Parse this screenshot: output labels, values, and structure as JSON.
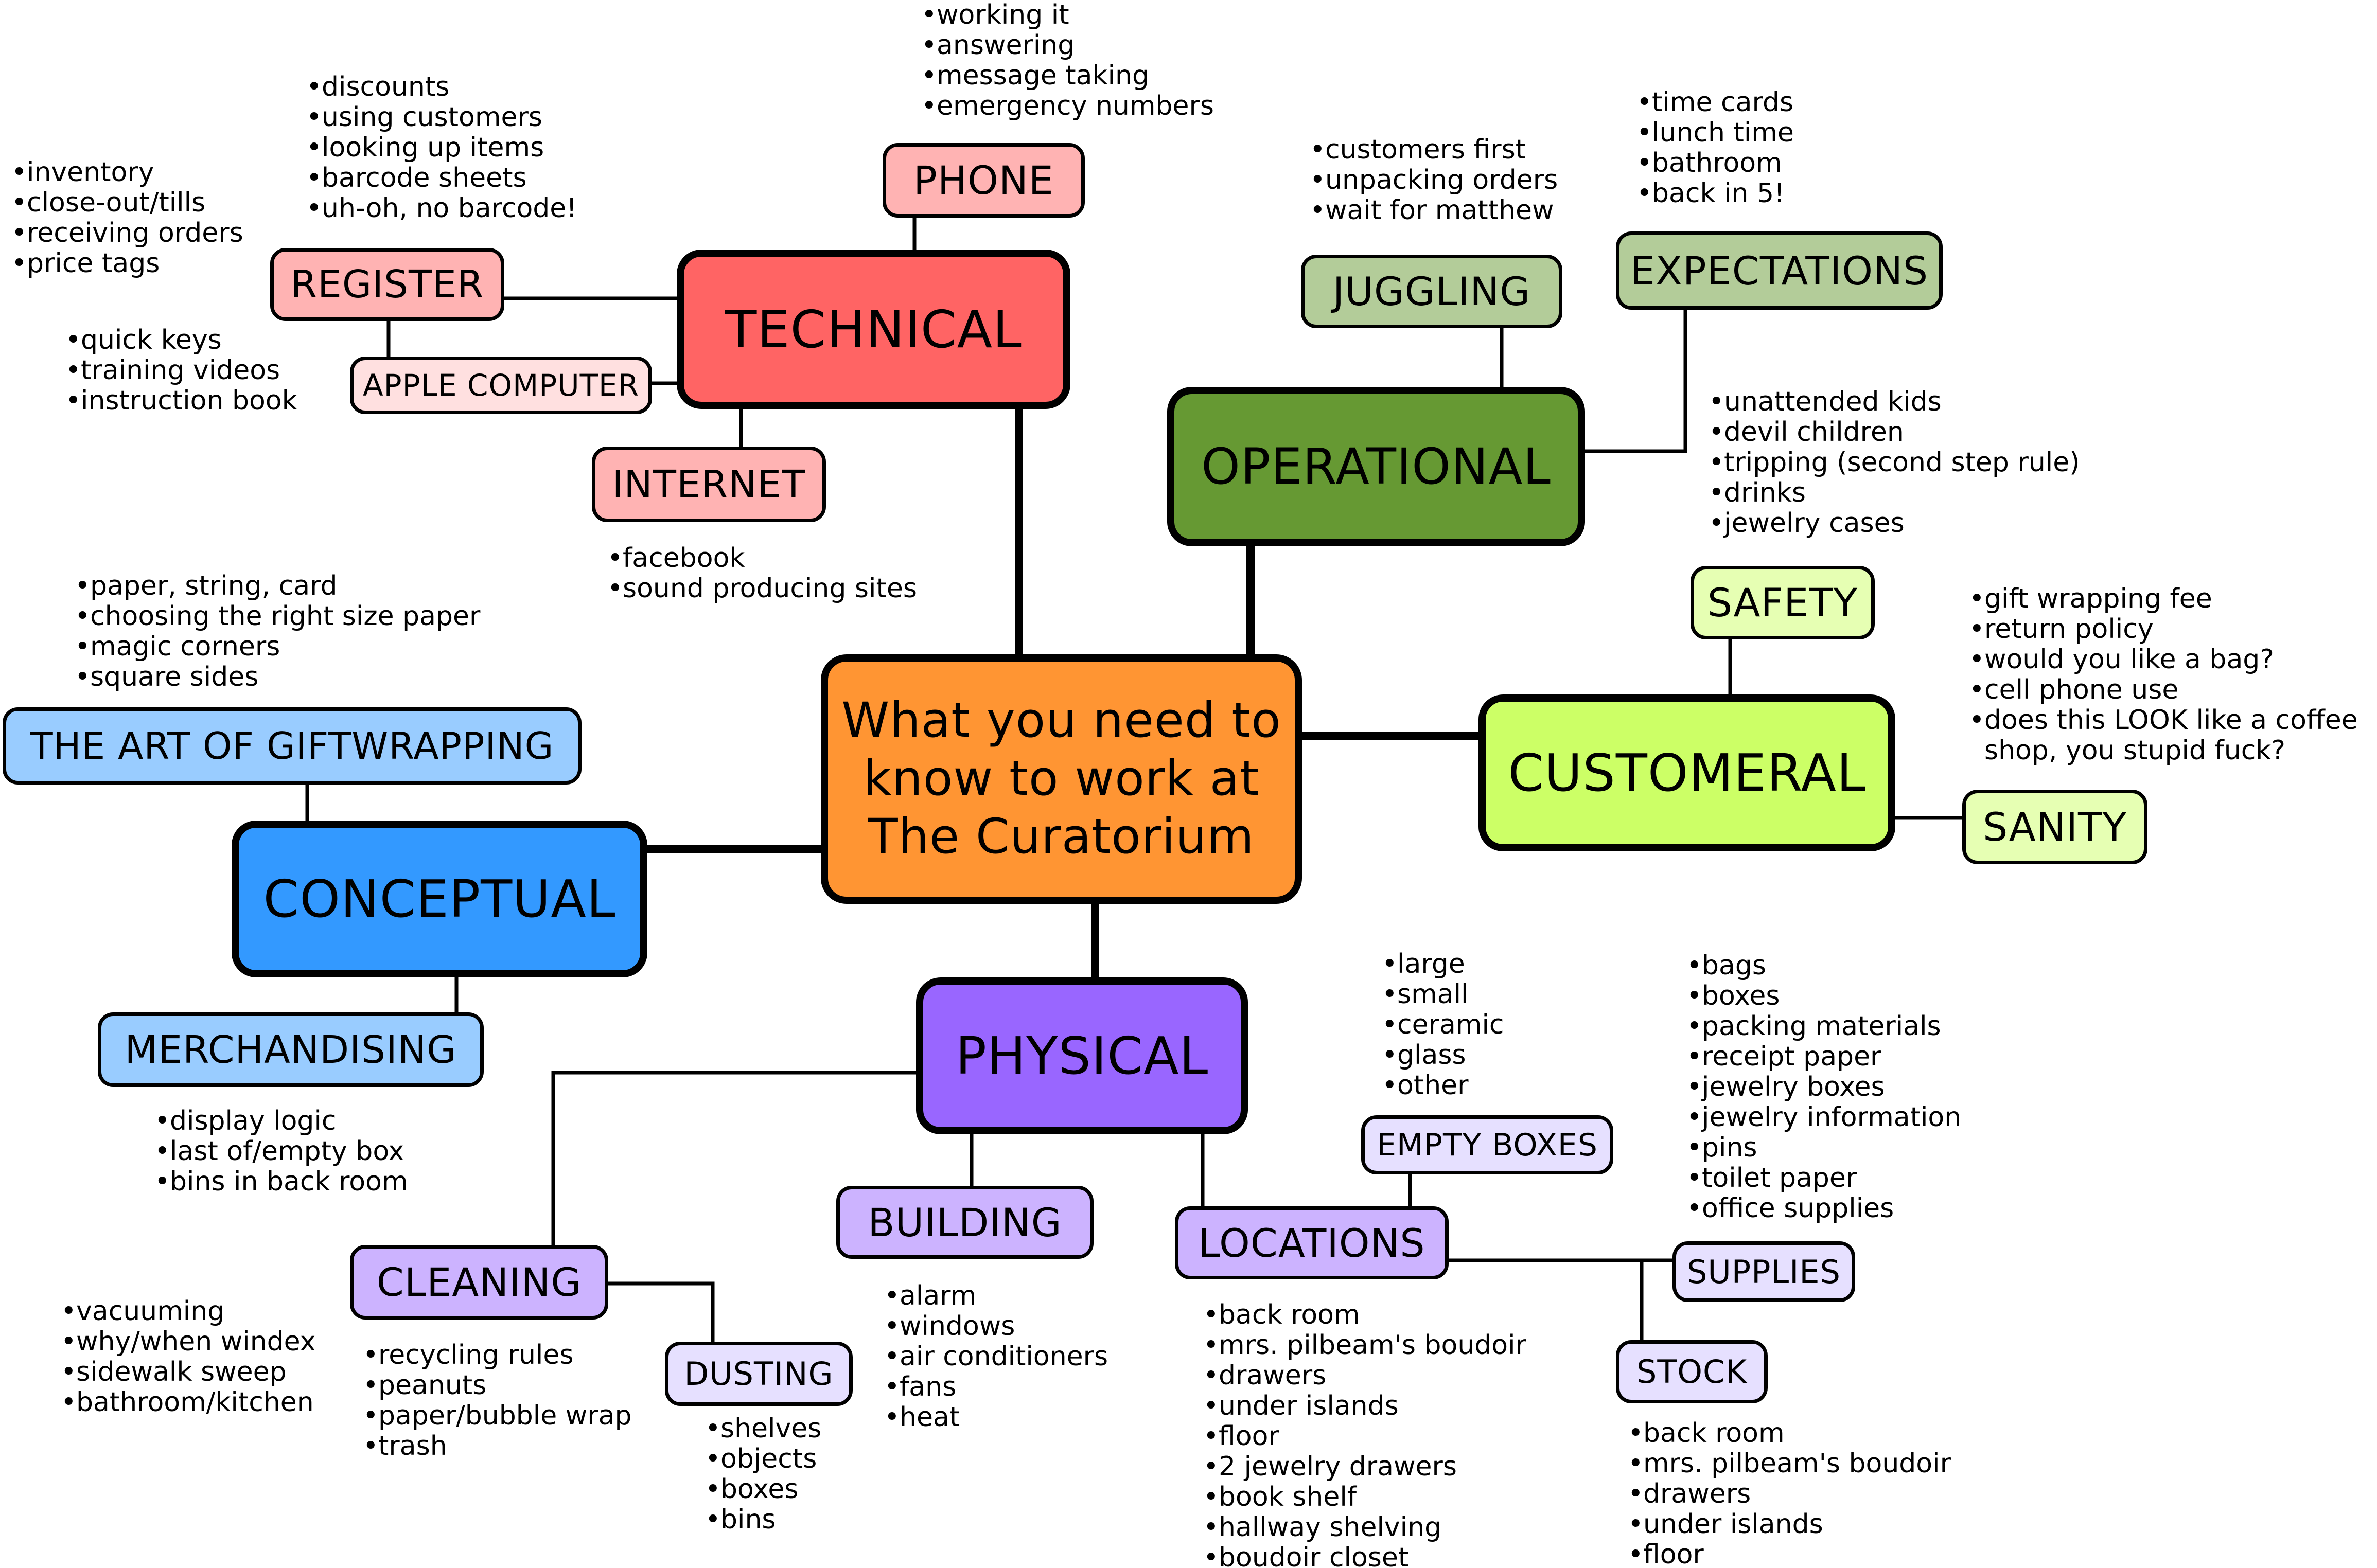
{
  "center": {
    "title": "What you need to know to work at The Curatorium",
    "color": "#FF9533"
  },
  "categories": {
    "technical": {
      "label": "TECHNICAL",
      "color": "#FF6464"
    },
    "operational": {
      "label": "OPERATIONAL",
      "color": "#669933"
    },
    "customeral": {
      "label": "CUSTOMERAL",
      "color": "#CCFF66"
    },
    "physical": {
      "label": "PHYSICAL",
      "color": "#9966FF"
    },
    "conceptual": {
      "label": "CONCEPTUAL",
      "color": "#3399FF"
    }
  },
  "subtopics": {
    "phone": {
      "label": "PHONE",
      "color": "#FFB3B3"
    },
    "register": {
      "label": "REGISTER",
      "color": "#FFB3B3"
    },
    "apple_computer": {
      "label": "APPLE COMPUTER",
      "color": "#FFE0E0"
    },
    "internet": {
      "label": "INTERNET",
      "color": "#FFB3B3"
    },
    "juggling": {
      "label": "JUGGLING",
      "color": "#B3CC99"
    },
    "expectations": {
      "label": "EXPECTATIONS",
      "color": "#B3CC99"
    },
    "safety": {
      "label": "SAFETY",
      "color": "#E6FFB3"
    },
    "sanity": {
      "label": "SANITY",
      "color": "#E6FFB3"
    },
    "giftwrapping": {
      "label": "THE ART OF GIFTWRAPPING",
      "color": "#99CCFF"
    },
    "merchandising": {
      "label": "MERCHANDISING",
      "color": "#99CCFF"
    },
    "building": {
      "label": "BUILDING",
      "color": "#CCB3FF"
    },
    "cleaning": {
      "label": "CLEANING",
      "color": "#CCB3FF"
    },
    "dusting": {
      "label": "DUSTING",
      "color": "#E6E0FF"
    },
    "locations": {
      "label": "LOCATIONS",
      "color": "#CCB3FF"
    },
    "empty_boxes": {
      "label": "EMPTY BOXES",
      "color": "#E6E0FF"
    },
    "supplies": {
      "label": "SUPPLIES",
      "color": "#E6E0FF"
    },
    "stock": {
      "label": "STOCK",
      "color": "#E6E0FF"
    }
  },
  "lists": {
    "phone": [
      "working it",
      "answering",
      "message taking",
      "emergency numbers"
    ],
    "register_top": [
      "discounts",
      "using customers",
      "looking up items",
      "barcode sheets",
      "uh-oh, no barcode!"
    ],
    "register_left": [
      "inventory",
      "close-out/tills",
      "receiving orders",
      "price tags"
    ],
    "apple_computer": [
      "quick keys",
      "training videos",
      "instruction book"
    ],
    "internet": [
      "facebook",
      "sound producing sites"
    ],
    "juggling": [
      "customers first",
      "unpacking orders",
      "wait for matthew"
    ],
    "expectations_top": [
      "time cards",
      "lunch time",
      "bathroom",
      "back in 5!"
    ],
    "expectations_bottom": [
      "unattended kids",
      "devil children",
      "tripping (second step rule)",
      "drinks",
      "jewelry cases"
    ],
    "customeral": [
      "gift wrapping fee",
      "return policy",
      "would you like a bag?",
      "cell phone use",
      "does this LOOK like a coffee",
      "shop, you stupid fuck?"
    ],
    "giftwrapping": [
      "paper, string, card",
      "choosing the right size paper",
      "magic corners",
      "square sides"
    ],
    "merchandising": [
      "display logic",
      "last of/empty box",
      "bins in back room"
    ],
    "cleaning_left": [
      "vacuuming",
      "why/when windex",
      "sidewalk sweep",
      "bathroom/kitchen"
    ],
    "cleaning_bottom": [
      "recycling rules",
      "peanuts",
      "paper/bubble wrap",
      "trash"
    ],
    "dusting": [
      "shelves",
      "objects",
      "boxes",
      "bins"
    ],
    "building": [
      "alarm",
      "windows",
      "air conditioners",
      "fans",
      "heat"
    ],
    "locations": [
      "back room",
      "mrs. pilbeam's boudoir",
      "drawers",
      "under islands",
      "floor",
      "2 jewelry drawers",
      "book shelf",
      "hallway shelving",
      "boudoir closet"
    ],
    "empty_boxes": [
      "large",
      "small",
      "ceramic",
      "glass",
      "other"
    ],
    "supplies": [
      "bags",
      "boxes",
      "packing materials",
      "receipt paper",
      "jewelry boxes",
      "jewelry information",
      "pins",
      "toilet paper",
      "office supplies"
    ],
    "stock": [
      "back room",
      "mrs. pilbeam's boudoir",
      "drawers",
      "under islands",
      "floor"
    ]
  }
}
